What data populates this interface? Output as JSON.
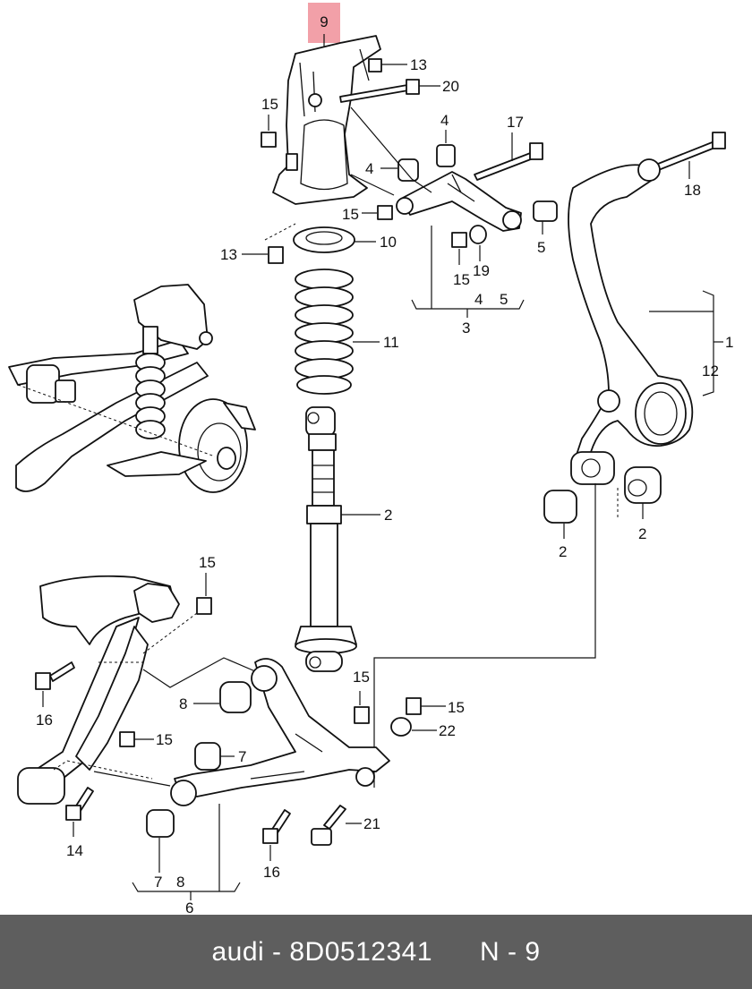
{
  "diagram": {
    "highlight_label": "9",
    "callouts": [
      {
        "id": "c13a",
        "text": "13"
      },
      {
        "id": "c20",
        "text": "20"
      },
      {
        "id": "c15a",
        "text": "15"
      },
      {
        "id": "c4a",
        "text": "4"
      },
      {
        "id": "c17",
        "text": "17"
      },
      {
        "id": "c4b",
        "text": "4"
      },
      {
        "id": "c18",
        "text": "18"
      },
      {
        "id": "c15b",
        "text": "15"
      },
      {
        "id": "c5",
        "text": "5"
      },
      {
        "id": "c10",
        "text": "10"
      },
      {
        "id": "c13b",
        "text": "13"
      },
      {
        "id": "c15c",
        "text": "15"
      },
      {
        "id": "c19",
        "text": "19"
      },
      {
        "id": "c4c",
        "text": "4"
      },
      {
        "id": "c5b",
        "text": "5"
      },
      {
        "id": "c3",
        "text": "3"
      },
      {
        "id": "c11",
        "text": "11"
      },
      {
        "id": "c1",
        "text": "1"
      },
      {
        "id": "c2a",
        "text": "2"
      },
      {
        "id": "c12",
        "text": "12"
      },
      {
        "id": "c2b",
        "text": "2"
      },
      {
        "id": "c2c",
        "text": "2"
      },
      {
        "id": "c15d",
        "text": "15"
      },
      {
        "id": "c8a",
        "text": "8"
      },
      {
        "id": "c16a",
        "text": "16"
      },
      {
        "id": "c15e",
        "text": "15"
      },
      {
        "id": "c15f",
        "text": "15"
      },
      {
        "id": "c15g",
        "text": "15"
      },
      {
        "id": "c22",
        "text": "22"
      },
      {
        "id": "c7a",
        "text": "7"
      },
      {
        "id": "c14",
        "text": "14"
      },
      {
        "id": "c21",
        "text": "21"
      },
      {
        "id": "c16b",
        "text": "16"
      },
      {
        "id": "c7b",
        "text": "7"
      },
      {
        "id": "c8b",
        "text": "8"
      },
      {
        "id": "c6",
        "text": "6"
      }
    ]
  },
  "footer": {
    "brand": "audi",
    "separator": "-",
    "part_number": "8D0512341",
    "position_label": "N - 9"
  },
  "colors": {
    "highlight": "#f2a0a8",
    "footer_bg": "#5e5e5e",
    "footer_text": "#ffffff"
  }
}
